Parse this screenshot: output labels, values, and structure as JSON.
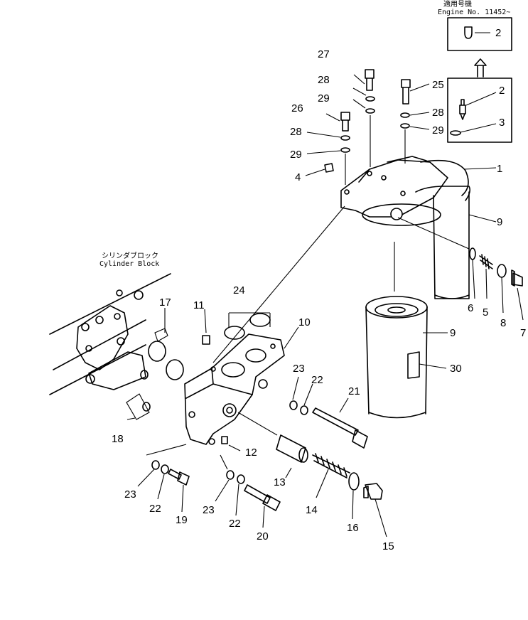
{
  "engine_note": {
    "jp": "適用号機",
    "en": "Engine  No. 11452~"
  },
  "cylinder_block": {
    "jp": "シリンダブロック",
    "en": "Cylinder  Block"
  },
  "callouts": {
    "n1": "1",
    "n2a": "2",
    "n2b": "2",
    "n3": "3",
    "n4": "4",
    "n5": "5",
    "n6": "6",
    "n7": "7",
    "n8": "8",
    "n9a": "9",
    "n9b": "9",
    "n10": "10",
    "n11": "11",
    "n12": "12",
    "n13": "13",
    "n14": "14",
    "n15": "15",
    "n16": "16",
    "n17": "17",
    "n18": "18",
    "n19": "19",
    "n20": "20",
    "n21": "21",
    "n22a": "22",
    "n22b": "22",
    "n22c": "22",
    "n23a": "23",
    "n23b": "23",
    "n23c": "23",
    "n24": "24",
    "n25": "25",
    "n26": "26",
    "n27": "27",
    "n28a": "28",
    "n28b": "28",
    "n28c": "28",
    "n29a": "29",
    "n29b": "29",
    "n29c": "29",
    "n30": "30"
  }
}
